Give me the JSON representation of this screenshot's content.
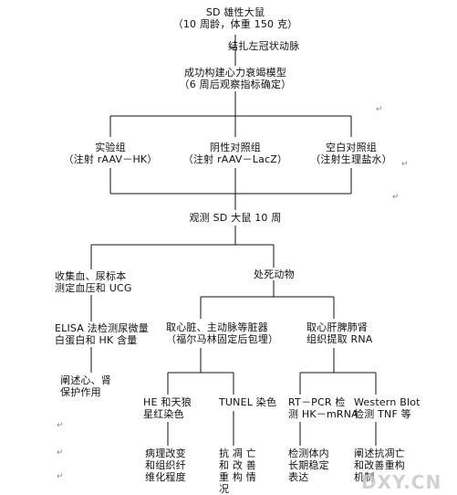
{
  "nodes": {
    "rat": [
      "SD 雄性大鼠",
      "（10 周龄，体重 150 克）"
    ],
    "ligation": [
      "结扎左冠状动脉"
    ],
    "model": [
      "成功构建心力衰竭模型",
      "（6 周后观察指标确定）"
    ],
    "exp": [
      "实验组",
      "（注射 rAAV－HK）"
    ],
    "neg": [
      "阴性对照组",
      "（注射 rAAV－LacZ）"
    ],
    "blank": [
      "空白对照组",
      "（注射生理盐水）"
    ],
    "observe": [
      "观测 SD 大鼠 10 周"
    ],
    "collect": [
      "收集血、尿标本",
      "测定血压和 UCG"
    ],
    "sacrifice": [
      "处死动物"
    ],
    "elisa": [
      "ELISA 法检测尿微量",
      "白蛋白和 HK 含量"
    ],
    "organs": [
      "取心脏、主动脉等脏器",
      "（福尔马林固定后包埋）"
    ],
    "rna": [
      "取心肝脾肺肾",
      "组织提取 RNA"
    ],
    "protect": [
      "阐述心、肾",
      "保护作用"
    ],
    "he": [
      "HE 和天狼",
      "星红染色"
    ],
    "tunel": [
      "TUNEL 染色"
    ],
    "rtpcr": [
      "RT－PCR 检",
      "测 HK－mRNA"
    ],
    "western": [
      "Western Blot",
      "检测 TNF 等"
    ],
    "pathology": [
      "病理改变",
      "和组织纤",
      "维化程度"
    ],
    "apoptosis": [
      "抗 凋 亡",
      "和 改 善",
      "重 构 情",
      "况"
    ],
    "stable": [
      "检测体内",
      "长期稳定",
      "表达"
    ],
    "mechanism": [
      "阐述抗凋亡",
      "和改善重构",
      "机制"
    ]
  },
  "watermark": "DXY.CN",
  "colors": {
    "line": "#111111",
    "text": "#111111",
    "watermark": "#c9c9c9"
  }
}
